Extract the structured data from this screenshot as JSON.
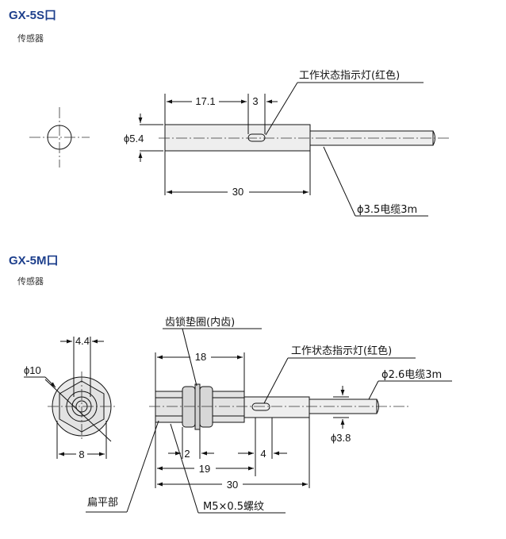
{
  "sections": [
    {
      "title": "GX-5S口",
      "subtitle": "传感器",
      "labels": {
        "indicator": "工作状态指示灯(红色)",
        "cable": "ϕ3.5电缆3m",
        "dim_17_1": "17.1",
        "dim_3": "3",
        "dim_phi54": "ϕ5.4",
        "dim_30": "30"
      }
    },
    {
      "title": "GX-5M口",
      "subtitle": "传感器",
      "labels": {
        "washer": "齿锁垫圈(内齿)",
        "indicator": "工作状态指示灯(红色)",
        "cable": "ϕ2.6电缆3m",
        "dim_4_4": "4.4",
        "dim_phi10": "ϕ10",
        "dim_8": "8",
        "dim_18": "18",
        "dim_2": "2",
        "dim_4": "4",
        "dim_19": "19",
        "dim_30": "30",
        "dim_phi38": "ϕ3.8",
        "flat": "扁平部",
        "thread": "M5×0.5螺纹"
      }
    }
  ]
}
